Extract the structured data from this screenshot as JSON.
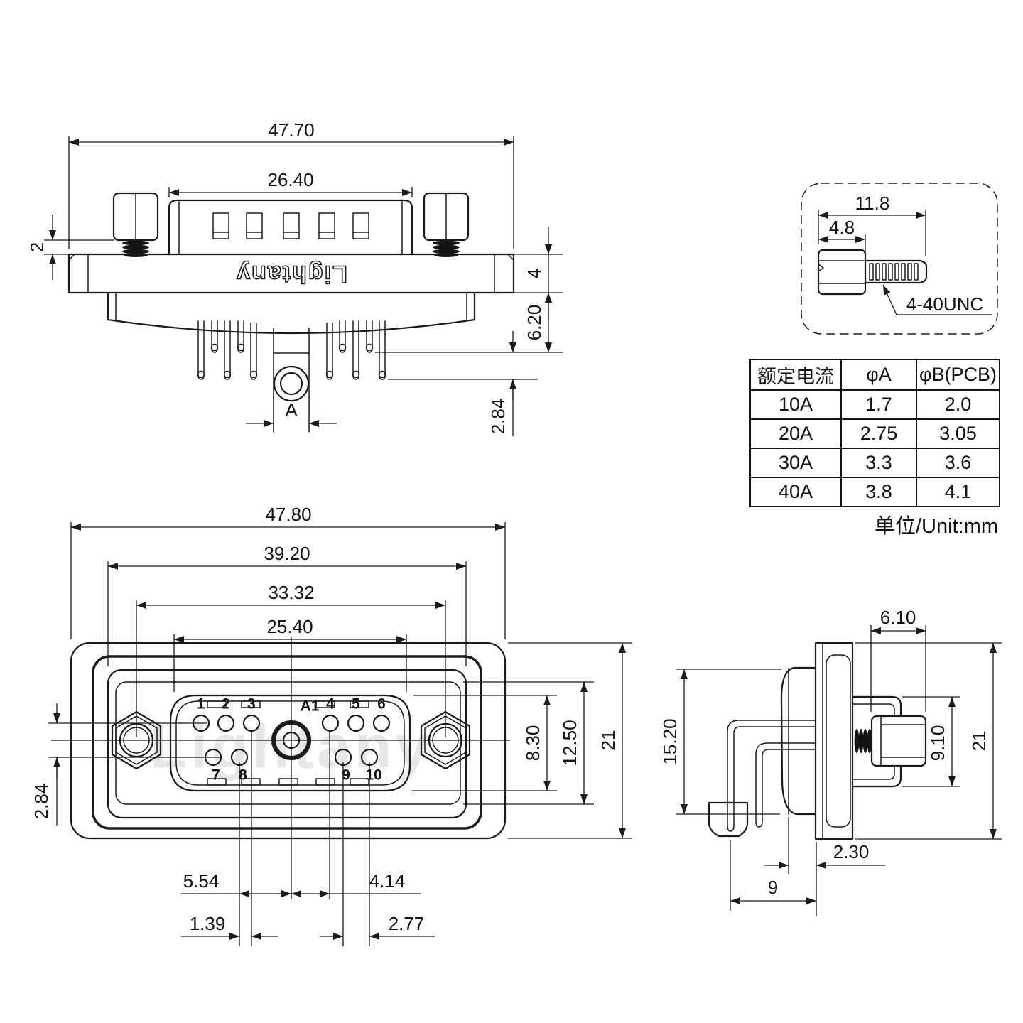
{
  "drawing": {
    "brand": "Lightany",
    "watermark": "Lightany",
    "unit_note": "单位/Unit:mm",
    "colors": {
      "line": "#1a1a1a",
      "watermark": "#e7e7e7",
      "background": "#ffffff"
    },
    "top_view": {
      "dim_width_overall": "47.70",
      "dim_shroud_width": "26.40",
      "dim_screw_gap": "2",
      "dim_flange_thickness": "4",
      "dim_pin_shoulder": "6.20",
      "dim_pin_tail": "2.84",
      "label_coax": "A"
    },
    "screw_detail": {
      "dim_total_length": "11.8",
      "dim_head_length": "4.8",
      "thread_spec": "4-40UNC"
    },
    "current_table": {
      "headers": [
        "额定电流",
        "φA",
        "φB(PCB)"
      ],
      "rows": [
        [
          "10A",
          "1.7",
          "2.0"
        ],
        [
          "20A",
          "2.75",
          "3.05"
        ],
        [
          "30A",
          "3.3",
          "3.6"
        ],
        [
          "40A",
          "3.8",
          "4.1"
        ]
      ]
    },
    "front_view": {
      "dim_width_overall": "47.80",
      "dim_panel_width": "39.20",
      "dim_mount_span": "33.32",
      "dim_insert_width": "25.40",
      "dim_insert_height": "8.30",
      "dim_inner_height": "12.50",
      "dim_flange_height": "21",
      "dim_row_offset": "2.84",
      "dim_pitch_a": "5.54",
      "dim_pitch_b": "1.39",
      "dim_pitch_c": "4.14",
      "dim_pitch_d": "2.77",
      "pins_top": [
        "1",
        "2",
        "3",
        "A1",
        "4",
        "5",
        "6"
      ],
      "pins_bottom": [
        "7",
        "8",
        "9",
        "10"
      ]
    },
    "side_view": {
      "dim_front_depth": "6.10",
      "dim_body_height": "15.20",
      "dim_bracket_height": "9.10",
      "dim_flange_height": "21",
      "dim_offset": "2.30",
      "dim_pin_setback": "9"
    }
  }
}
